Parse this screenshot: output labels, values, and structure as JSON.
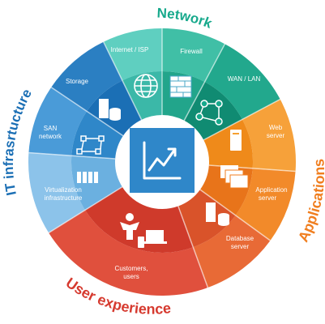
{
  "categories": {
    "network": {
      "title": "Network",
      "color": "#17a98c"
    },
    "applications": {
      "title": "Applications",
      "color": "#f07e1f"
    },
    "user_experience": {
      "title": "User experience",
      "color": "#d63a2f"
    },
    "it_infrastructure": {
      "title": "IT infrasrtucture",
      "color": "#1b6fb5"
    }
  },
  "segments": {
    "internet_isp": "Internet / ISP",
    "firewall": "Firewall",
    "wan_lan": "WAN / LAN",
    "web_server": "Web server",
    "application_server": "Application server",
    "database_server": "Database server",
    "customers_users": "Customers, users",
    "virtualization_infrastructure": "Virtualization infrastructure",
    "san_network": "SAN network",
    "storage": "Storage"
  },
  "center_icon": "trend-chart-icon",
  "icons": [
    "globe-icon",
    "firewall-icon",
    "network-nodes-icon",
    "server-icon",
    "application-windows-icon",
    "database-server-icon",
    "user-icon",
    "laptop-icon",
    "phone-icon",
    "server-rack-icon",
    "san-network-icon",
    "storage-icon"
  ]
}
